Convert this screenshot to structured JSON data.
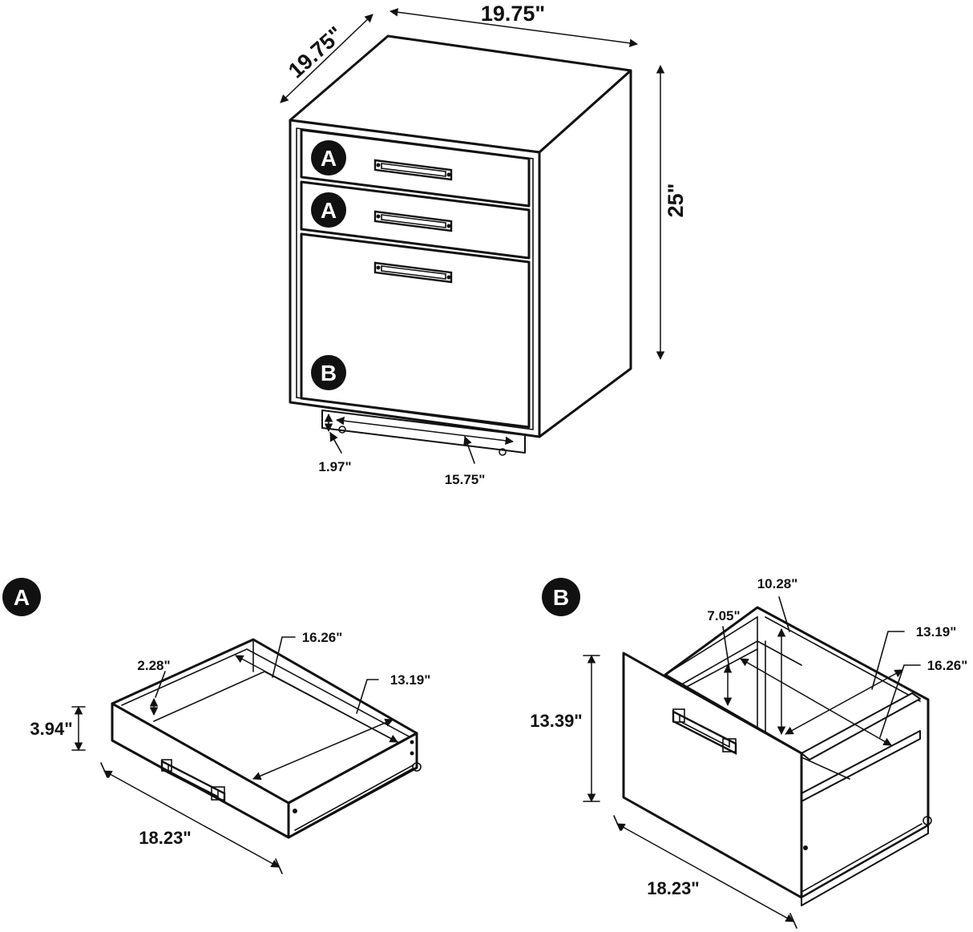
{
  "cabinet": {
    "width": "19.75\"",
    "depth": "19.75\"",
    "height": "25\"",
    "caster_height": "1.97\"",
    "base_width": "15.75\""
  },
  "badges": {
    "a": "A",
    "b": "B"
  },
  "drawer_a": {
    "label": "A",
    "height": "3.94\"",
    "inner_height": "2.28\"",
    "inner_width": "16.26\"",
    "inner_depth": "13.19\"",
    "width": "18.23\""
  },
  "drawer_b": {
    "label": "B",
    "inner_top": "10.28\"",
    "inner_height": "7.05\"",
    "inner_depth": "13.19\"",
    "inner_width": "16.26\"",
    "height": "13.39\"",
    "width": "18.23\""
  },
  "colors": {
    "line": "#111111",
    "background": "#ffffff"
  }
}
